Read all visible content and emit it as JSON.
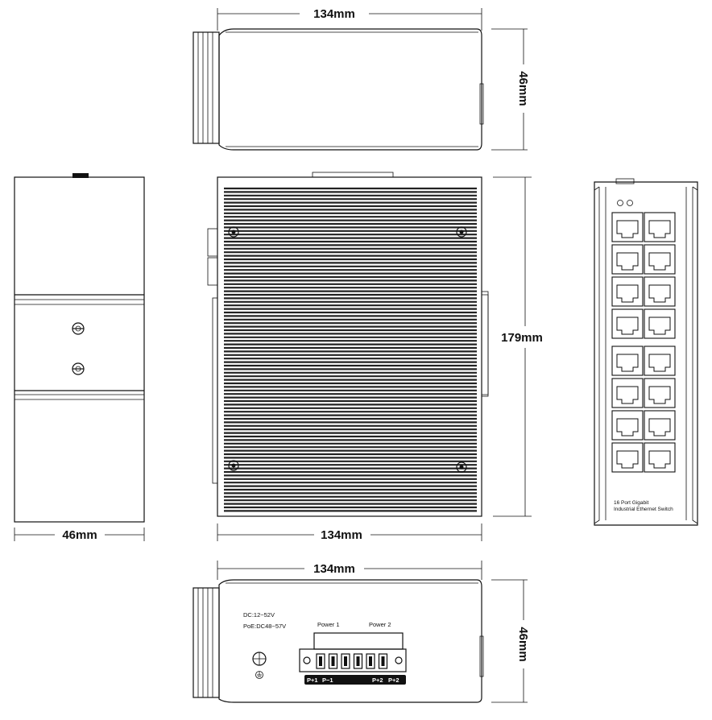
{
  "dimensions": {
    "top_width": "134mm",
    "top_height": "46mm",
    "side_width": "46mm",
    "front_width": "134mm",
    "front_height": "179mm",
    "bottom_width": "134mm",
    "bottom_height": "46mm"
  },
  "panel": {
    "product_line1": "16 Port Gigabit",
    "product_line2": "Industrial Ethernet Switch",
    "rj45_port_count": 16
  },
  "power_panel": {
    "dc_label": "DC:12~52V",
    "poe_label": "PoE:DC48~57V",
    "power1_label": "Power 1",
    "power2_label": "Power 2",
    "terminal_p1_plus": "P+1",
    "terminal_p1_minus": "P−1",
    "terminal_p2_plus": "P+2",
    "terminal_p2_minus": "P+2"
  }
}
